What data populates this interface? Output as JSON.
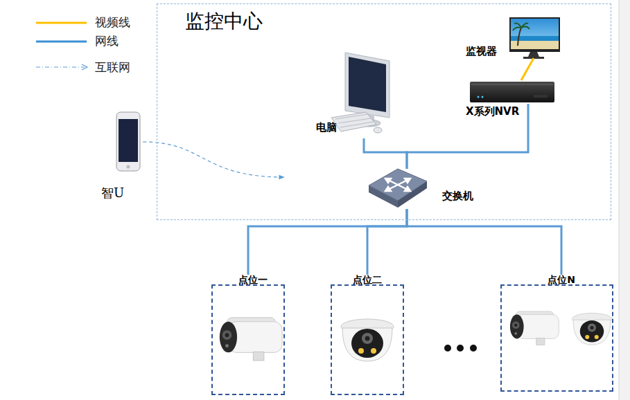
{
  "diagram": {
    "nodes": [
      {
        "text": [
          "监控中心"
        ]
      },
      {
        "text": [
          "电脑"
        ],
        "in": 0
      },
      {
        "text": [
          "监视器"
        ],
        "in": 0
      },
      {
        "text": [
          "X系列NVR"
        ],
        "in": 0
      },
      {
        "text": [
          "交换机"
        ],
        "in": 0
      },
      {
        "text": [
          "智U"
        ]
      },
      {
        "text": [
          "点位一"
        ]
      },
      {
        "text": [
          "点位二"
        ]
      },
      {
        "text": [
          "点位N"
        ]
      }
    ],
    "edges": [
      {
        "from": 2,
        "to": 3,
        "arrow": "none"
      },
      {
        "from": 1,
        "to": 4,
        "arrow": "none"
      },
      {
        "from": 3,
        "to": 4,
        "arrow": "none"
      },
      {
        "from": 4,
        "to": 6,
        "arrow": "none"
      },
      {
        "from": 4,
        "to": 7,
        "arrow": "none"
      },
      {
        "from": 4,
        "to": 8,
        "arrow": "none"
      },
      {
        "from": 5,
        "to": 0,
        "arrow": "to"
      }
    ],
    "legend": [
      {
        "text": "视频线"
      },
      {
        "text": "网线"
      },
      {
        "text": "互联网"
      }
    ]
  }
}
